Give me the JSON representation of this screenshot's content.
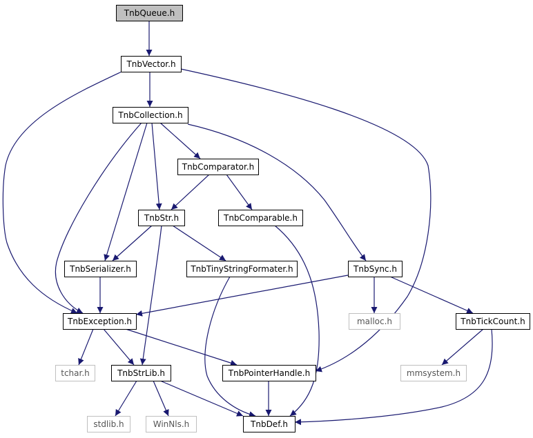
{
  "graph": {
    "nodes": [
      {
        "id": "queue",
        "label": "TnbQueue.h",
        "kind": "root"
      },
      {
        "id": "vector",
        "label": "TnbVector.h",
        "kind": "normal"
      },
      {
        "id": "collection",
        "label": "TnbCollection.h",
        "kind": "normal"
      },
      {
        "id": "comparator",
        "label": "TnbComparator.h",
        "kind": "normal"
      },
      {
        "id": "str",
        "label": "TnbStr.h",
        "kind": "normal"
      },
      {
        "id": "comparable",
        "label": "TnbComparable.h",
        "kind": "normal"
      },
      {
        "id": "serializer",
        "label": "TnbSerializer.h",
        "kind": "normal"
      },
      {
        "id": "tinystr",
        "label": "TnbTinyStringFormater.h",
        "kind": "normal"
      },
      {
        "id": "sync",
        "label": "TnbSync.h",
        "kind": "normal"
      },
      {
        "id": "exception",
        "label": "TnbException.h",
        "kind": "normal"
      },
      {
        "id": "malloc",
        "label": "malloc.h",
        "kind": "external"
      },
      {
        "id": "tickcount",
        "label": "TnbTickCount.h",
        "kind": "normal"
      },
      {
        "id": "tchar",
        "label": "tchar.h",
        "kind": "external"
      },
      {
        "id": "strlib",
        "label": "TnbStrLib.h",
        "kind": "normal"
      },
      {
        "id": "pointer",
        "label": "TnbPointerHandle.h",
        "kind": "normal"
      },
      {
        "id": "mmsystem",
        "label": "mmsystem.h",
        "kind": "external"
      },
      {
        "id": "stdlib",
        "label": "stdlib.h",
        "kind": "external"
      },
      {
        "id": "winnls",
        "label": "WinNls.h",
        "kind": "external"
      },
      {
        "id": "def",
        "label": "TnbDef.h",
        "kind": "normal"
      }
    ],
    "edges": [
      [
        "queue",
        "vector"
      ],
      [
        "vector",
        "collection"
      ],
      [
        "vector",
        "exception"
      ],
      [
        "vector",
        "pointer"
      ],
      [
        "collection",
        "comparator"
      ],
      [
        "collection",
        "str"
      ],
      [
        "collection",
        "serializer"
      ],
      [
        "collection",
        "exception"
      ],
      [
        "collection",
        "sync"
      ],
      [
        "comparator",
        "str"
      ],
      [
        "comparator",
        "comparable"
      ],
      [
        "str",
        "serializer"
      ],
      [
        "str",
        "tinystr"
      ],
      [
        "str",
        "strlib"
      ],
      [
        "comparable",
        "def"
      ],
      [
        "serializer",
        "exception"
      ],
      [
        "tinystr",
        "def"
      ],
      [
        "sync",
        "exception"
      ],
      [
        "sync",
        "malloc"
      ],
      [
        "sync",
        "tickcount"
      ],
      [
        "exception",
        "tchar"
      ],
      [
        "exception",
        "strlib"
      ],
      [
        "exception",
        "pointer"
      ],
      [
        "tickcount",
        "mmsystem"
      ],
      [
        "tickcount",
        "def"
      ],
      [
        "strlib",
        "stdlib"
      ],
      [
        "strlib",
        "winnls"
      ],
      [
        "strlib",
        "def"
      ],
      [
        "pointer",
        "def"
      ]
    ]
  }
}
